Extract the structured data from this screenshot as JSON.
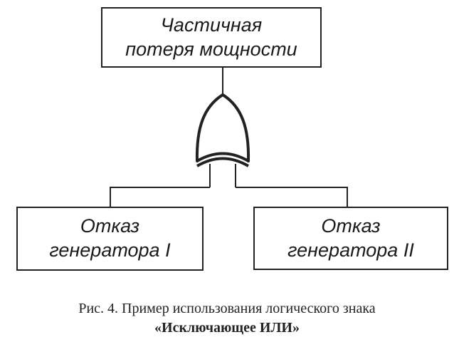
{
  "diagram": {
    "top_event": {
      "line1": "Частичная",
      "line2": "потеря мощности"
    },
    "gate": {
      "icon": "exclusive-or-gate-icon"
    },
    "left_event": {
      "line1": "Отказ",
      "line2": "генератора I"
    },
    "right_event": {
      "line1": "Отказ",
      "line2": "генератора II"
    }
  },
  "caption": {
    "line1": "Рис. 4. Пример использования логического знака",
    "line2": "«Исключающее ИЛИ»"
  }
}
